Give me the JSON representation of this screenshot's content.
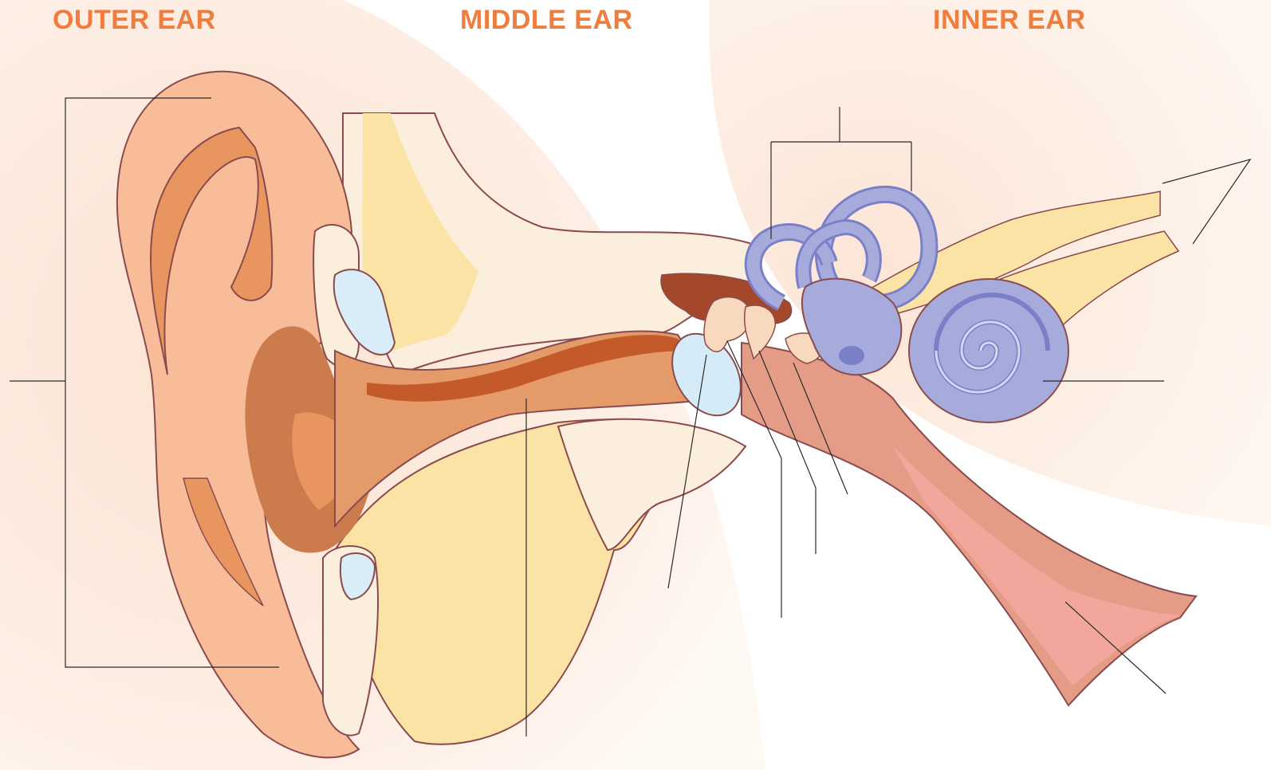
{
  "sections": {
    "outer": {
      "title": "OUTER EAR"
    },
    "middle": {
      "title": "MIDDLE EAR"
    },
    "inner": {
      "title": "INNER EAR"
    }
  },
  "colors": {
    "title": "#EE7D3E",
    "skin": "#F8BD98",
    "skin_dark": "#E8955F",
    "skin_fold": "#CC7B4C",
    "canal": "#C4592A",
    "canal_light": "#E59A6A",
    "bone": "#FBEEDD",
    "bone_marrow": "#FBE3A6",
    "pore": "#EBBAB8",
    "cartilage_blue": "#D9EDF8",
    "eardrum": "#D5EBF8",
    "ossicle": "#F9D9BE",
    "labyrinth": "#A6ABDC",
    "labyrinth_dark": "#7A80C7",
    "nerve": "#FBE3A6",
    "tube": "#E59C86",
    "tube_inner": "#F3A79C",
    "outline": "#8A4B4E",
    "leader": "#2b2b2b",
    "glow": "#FDEEE3"
  },
  "labels": []
}
